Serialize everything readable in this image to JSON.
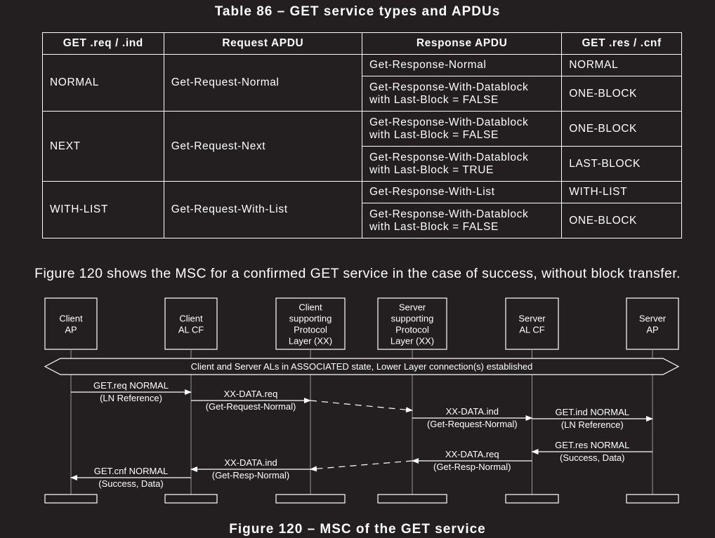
{
  "table": {
    "caption": "Table 86 – GET service types and APDUs",
    "headers": [
      "GET .req / .ind",
      "Request APDU",
      "Response APDU",
      "GET .res / .cnf"
    ],
    "groups": [
      {
        "service": "NORMAL",
        "request": "Get-Request-Normal",
        "responses": [
          {
            "apdu": [
              "Get-Response-Normal"
            ],
            "cnf": "NORMAL"
          },
          {
            "apdu": [
              "Get-Response-With-Datablock",
              "with Last-Block = FALSE"
            ],
            "cnf": "ONE-BLOCK"
          }
        ]
      },
      {
        "service": "NEXT",
        "request": "Get-Request-Next",
        "responses": [
          {
            "apdu": [
              "Get-Response-With-Datablock",
              "with Last-Block = FALSE"
            ],
            "cnf": "ONE-BLOCK"
          },
          {
            "apdu": [
              "Get-Response-With-Datablock",
              "with Last-Block = TRUE"
            ],
            "cnf": "LAST-BLOCK"
          }
        ]
      },
      {
        "service": "WITH-LIST",
        "request": "Get-Request-With-List",
        "responses": [
          {
            "apdu": [
              "Get-Response-With-List"
            ],
            "cnf": "WITH-LIST"
          },
          {
            "apdu": [
              "Get-Response-With-Datablock",
              "with Last-Block = FALSE"
            ],
            "cnf": "ONE-BLOCK"
          }
        ]
      }
    ]
  },
  "intro_text": "Figure 120 shows the MSC for a confirmed GET service in the case of success, without block transfer.",
  "msc": {
    "actors": [
      {
        "lines": [
          "Client",
          "AP"
        ]
      },
      {
        "lines": [
          "Client",
          "AL CF"
        ]
      },
      {
        "lines": [
          "Client",
          "supporting",
          "Protocol",
          "Layer (XX)"
        ]
      },
      {
        "lines": [
          "Server",
          "supporting",
          "Protocol",
          "Layer (XX)"
        ]
      },
      {
        "lines": [
          "Server",
          "AL CF"
        ]
      },
      {
        "lines": [
          "Server",
          "AP"
        ]
      }
    ],
    "state_banner": "Client and Server ALs in ASSOCIATED state, Lower Layer connection(s) established",
    "messages": [
      {
        "from": 0,
        "to": 1,
        "dashed": false,
        "lines": [
          "GET.req NORMAL",
          "(LN Reference)"
        ]
      },
      {
        "from": 1,
        "to": 2,
        "dashed": false,
        "lines": [
          "XX-DATA.req",
          "(Get-Request-Normal)"
        ]
      },
      {
        "from": 2,
        "to": 3,
        "dashed": true,
        "lines": []
      },
      {
        "from": 3,
        "to": 4,
        "dashed": false,
        "lines": [
          "XX-DATA.ind",
          "(Get-Request-Normal)"
        ]
      },
      {
        "from": 4,
        "to": 5,
        "dashed": false,
        "lines": [
          "GET.ind NORMAL",
          "(LN Reference)"
        ]
      },
      {
        "from": 5,
        "to": 4,
        "dashed": false,
        "lines": [
          "GET.res NORMAL",
          "(Success, Data)"
        ]
      },
      {
        "from": 4,
        "to": 3,
        "dashed": false,
        "lines": [
          "XX-DATA.req",
          "(Get-Resp-Normal)"
        ]
      },
      {
        "from": 3,
        "to": 2,
        "dashed": true,
        "lines": []
      },
      {
        "from": 2,
        "to": 1,
        "dashed": false,
        "lines": [
          "XX-DATA.ind",
          "(Get-Resp-Normal)"
        ]
      },
      {
        "from": 1,
        "to": 0,
        "dashed": false,
        "lines": [
          "GET.cnf NORMAL",
          "(Success, Data)"
        ]
      }
    ]
  },
  "figure_caption": "Figure 120 – MSC of the GET service"
}
